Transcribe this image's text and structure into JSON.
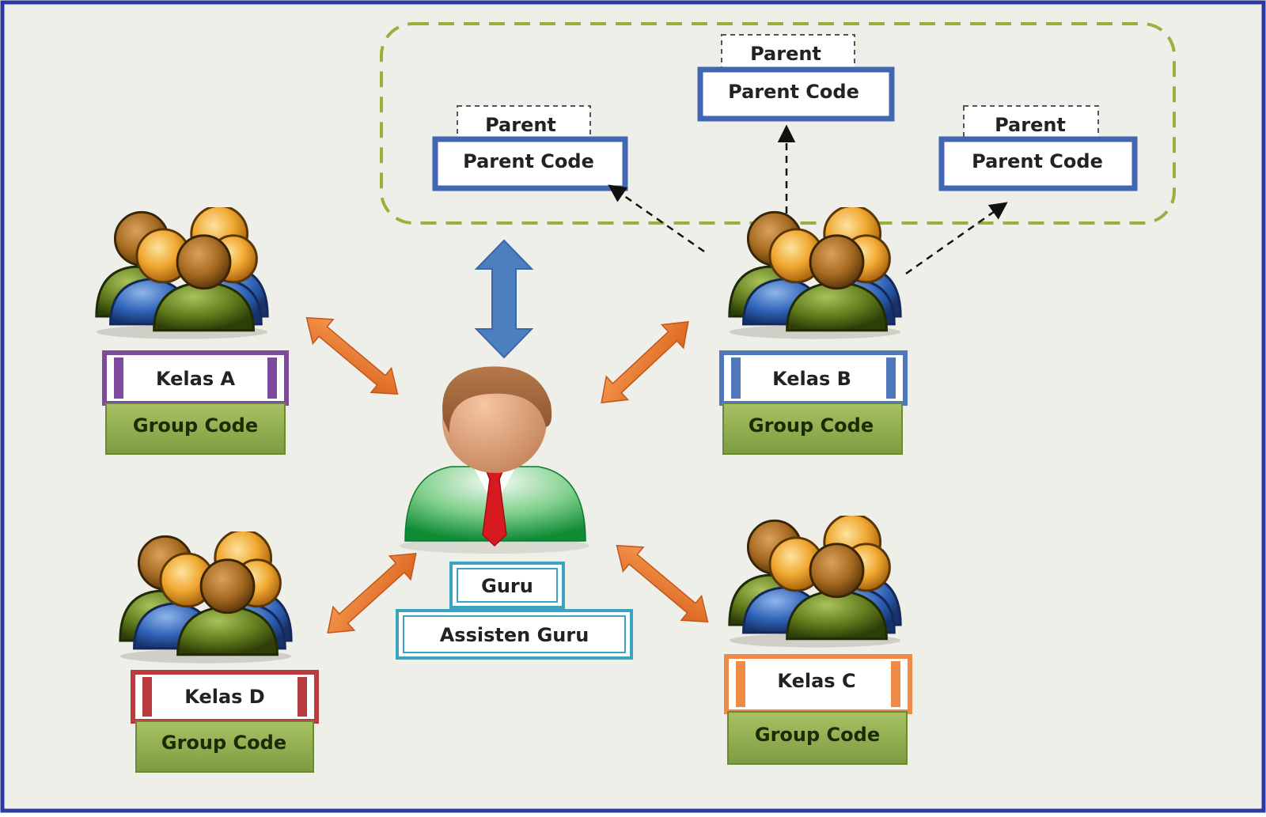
{
  "diagram": {
    "parents": [
      {
        "parent_label": "Parent",
        "code_label": "Parent Code"
      },
      {
        "parent_label": "Parent",
        "code_label": "Parent Code"
      },
      {
        "parent_label": "Parent",
        "code_label": "Parent Code"
      }
    ],
    "classes": [
      {
        "class_label": "Kelas A",
        "group_label": "Group Code",
        "color": "#7e4a9c"
      },
      {
        "class_label": "Kelas B",
        "group_label": "Group Code",
        "color": "#4f77bb"
      },
      {
        "class_label": "Kelas C",
        "group_label": "Group Code",
        "color": "#ee8a43"
      },
      {
        "class_label": "Kelas D",
        "group_label": "Group Code",
        "color": "#b83b3f"
      }
    ],
    "teacher": {
      "guru_label": "Guru",
      "assistant_label": "Assisten Guru"
    }
  },
  "colors": {
    "frame_border": "#2a3aa0",
    "background": "#efefea",
    "parent_region_dash": "#9ab03c",
    "parent_code_border": "#4267b2",
    "teacher_box": "#3aa4be",
    "group_code_fill": "#8ead4e",
    "arrow_orange": "#e8762c",
    "arrow_blue": "#4c7fc0"
  },
  "icons": {
    "class_groups": "people-group-icon",
    "teacher": "teacher-person-icon",
    "link_arrows": "double-headed-arrow-icon"
  }
}
